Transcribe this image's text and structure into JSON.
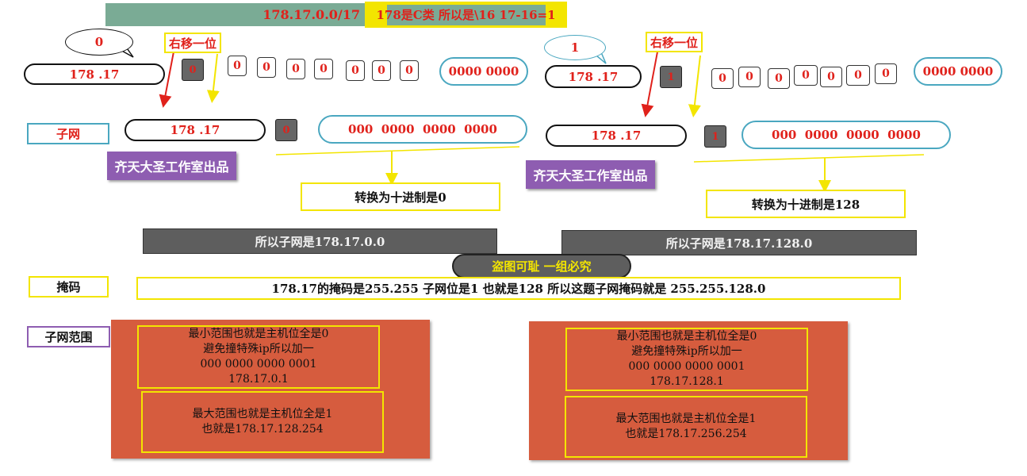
{
  "header": {
    "ip_label": "178.17.0.0/17",
    "note": "178是C类 所以是\\16 17-16=1"
  },
  "left": {
    "bubble": "0",
    "shift_label": "右移一位",
    "net_prefix": "178 .17",
    "dark_bit": "0",
    "bits": [
      "0",
      "0",
      "0",
      "0",
      "0",
      "0",
      "0"
    ],
    "host_octet": "0000 0000",
    "subnet_label": "子网",
    "subnet_prefix": "178 .17",
    "subnet_bit": "0",
    "host_bits": "000  0000  0000  0000",
    "studio": "齐天大圣工作室出品",
    "decimal": "转换为十进制是0",
    "result": "所以子网是178.17.0.0"
  },
  "right": {
    "bubble": "1",
    "shift_label": "右移一位",
    "net_prefix": "178 .17",
    "dark_bit": "1",
    "bits": [
      "0",
      "0",
      "0",
      "0",
      "0",
      "0",
      "0"
    ],
    "host_octet": "0000 0000",
    "subnet_prefix": "178 .17",
    "subnet_bit": "1",
    "host_bits": "000  0000  0000  0000",
    "studio": "齐天大圣工作室出品",
    "decimal": "转换为十进制是128",
    "result": "所以子网是178.17.128.0"
  },
  "watermark": "盗图可耻 一组必究",
  "mask": {
    "label": "掩码",
    "text": "178.17的掩码是255.255 子网位是1 也就是128 所以这题子网掩码就是 255.255.128.0"
  },
  "range": {
    "label": "子网范围",
    "left_min": [
      "最小范围也就是主机位全是0",
      "避免撞特殊ip所以加一",
      "000 0000 0000 0001",
      "178.17.0.1"
    ],
    "left_max": [
      "最大范围也就是主机位全是1",
      "也就是178.17.128.254"
    ],
    "right_min": [
      "最小范围也就是主机位全是0",
      "避免撞特殊ip所以加一",
      "000 0000 0000 0001",
      "178.17.128.1"
    ],
    "right_max": [
      "最大范围也就是主机位全是1",
      "也就是178.17.256.254"
    ]
  },
  "colors": {
    "accent_red": "#e0211b",
    "yellow": "#f3e500",
    "teal": "#4aa7c0",
    "purple": "#8e5db1",
    "gray": "#5e5e5e",
    "orange": "#d65c3e",
    "header_green": "#7aab95"
  }
}
